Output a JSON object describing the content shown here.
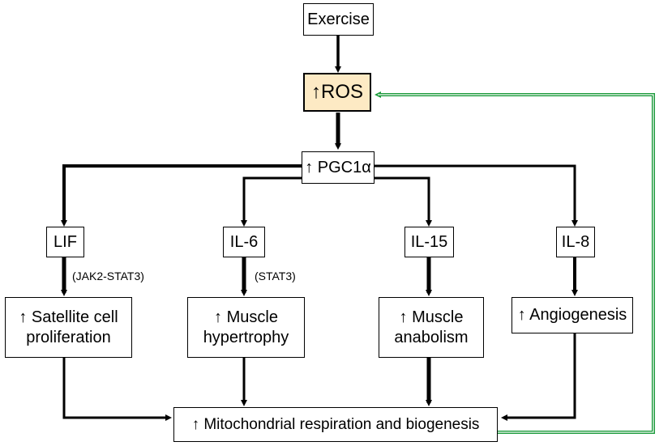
{
  "nodes": {
    "exercise": "Exercise",
    "ros": "↑ROS",
    "pgc1a": "↑ PGC1α",
    "lif": "LIF",
    "il6": "IL-6",
    "il15": "IL-15",
    "il8": "IL-8",
    "satellite_line1": "↑ Satellite cell",
    "satellite_line2": "proliferation",
    "hypertrophy_line1": "↑ Muscle",
    "hypertrophy_line2": "hypertrophy",
    "anabolism_line1": "↑ Muscle",
    "anabolism_line2": "anabolism",
    "angiogenesis": "↑ Angiogenesis",
    "mito": "↑ Mitochondrial respiration and biogenesis"
  },
  "annotations": {
    "lif_pathway": "(JAK2-STAT3)",
    "il6_pathway": "(STAT3)"
  },
  "colors": {
    "arrow": "#000000",
    "feedback": "#1a9a3a",
    "ros_fill": "#fdeac4"
  }
}
